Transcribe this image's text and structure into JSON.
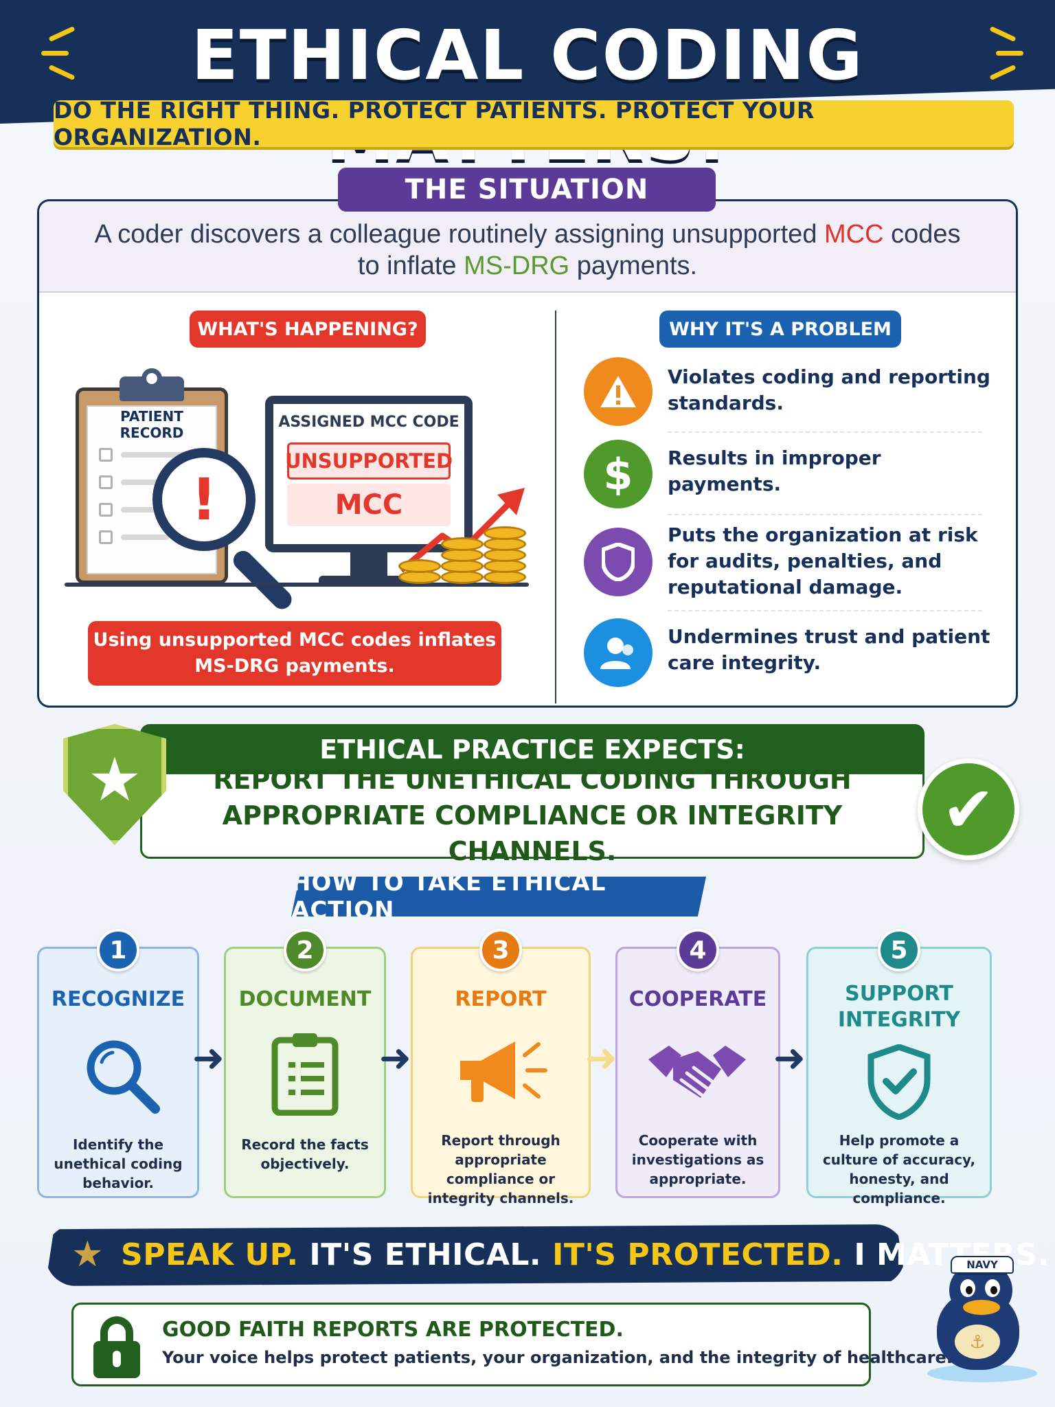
{
  "header": {
    "title": "ETHICAL CODING MATTERS!",
    "subtitle": "DO THE RIGHT THING. PROTECT PATIENTS. PROTECT YOUR ORGANIZATION."
  },
  "situation": {
    "label": "THE SITUATION",
    "text_before": "A coder discovers a colleague routinely assigning unsupported ",
    "mcc": "MCC",
    "text_middle": " codes to inflate ",
    "msdrg": "MS-DRG",
    "text_after": " payments.",
    "whats_happening": {
      "label": "WHAT'S HAPPENING?",
      "clipboard_label": "PATIENT RECORD",
      "monitor_label": "ASSIGNED MCC CODE",
      "unsupported": "UNSUPPORTED",
      "mcc": "MCC",
      "caption": "Using unsupported MCC codes inflates MS-DRG payments."
    },
    "why_problem": {
      "label": "WHY IT'S A PROBLEM",
      "items": [
        {
          "icon": "warning-icon",
          "text": "Violates coding and reporting standards.",
          "color": "#f08a1c"
        },
        {
          "icon": "dollar-icon",
          "text": "Results in improper payments.",
          "color": "#4f9a2a"
        },
        {
          "icon": "shield-icon",
          "text": "Puts the organization at risk for audits, penalties, and reputational damage.",
          "color": "#7b4bb0"
        },
        {
          "icon": "user-icon",
          "text": "Undermines trust and patient care integrity.",
          "color": "#1c8fe0"
        }
      ]
    }
  },
  "ethical_practice": {
    "header": "ETHICAL PRACTICE EXPECTS:",
    "body": "REPORT THE UNETHICAL CODING THROUGH APPROPRIATE COMPLIANCE OR INTEGRITY CHANNELS."
  },
  "how_to": {
    "label": "HOW TO TAKE ETHICAL ACTION",
    "steps": [
      {
        "num": "1",
        "title": "RECOGNIZE",
        "desc": "Identify the unethical coding behavior.",
        "icon": "magnifier-icon",
        "color": "#1b63b0",
        "bg": "#e6f0fb"
      },
      {
        "num": "2",
        "title": "DOCUMENT",
        "desc": "Record the facts objectively.",
        "icon": "clipboard-icon",
        "color": "#4f8a2a",
        "bg": "#edf5e4"
      },
      {
        "num": "3",
        "title": "REPORT",
        "desc": "Report through appropriate compliance or integrity channels.",
        "icon": "megaphone-icon",
        "color": "#e57b12",
        "bg": "#fff6dc"
      },
      {
        "num": "4",
        "title": "COOPERATE",
        "desc": "Cooperate with investigations as appropriate.",
        "icon": "handshake-icon",
        "color": "#5b3b97",
        "bg": "#efebf8"
      },
      {
        "num": "5",
        "title": "SUPPORT INTEGRITY",
        "desc": "Help promote a culture of accuracy, honesty, and compliance.",
        "icon": "shield-check-icon",
        "color": "#1f8a8a",
        "bg": "#e4f3f5"
      }
    ]
  },
  "speak_up": {
    "part1": "SPEAK UP.",
    "part2": " IT'S ETHICAL. ",
    "part3": "IT'S PROTECTED.",
    "part4": " I MATTERS."
  },
  "good_faith": {
    "title": "GOOD FAITH REPORTS ARE PROTECTED.",
    "text": "Your voice helps protect patients, your organization, and the integrity of healthcare."
  },
  "mascot": {
    "hat_text": "NAVY"
  }
}
